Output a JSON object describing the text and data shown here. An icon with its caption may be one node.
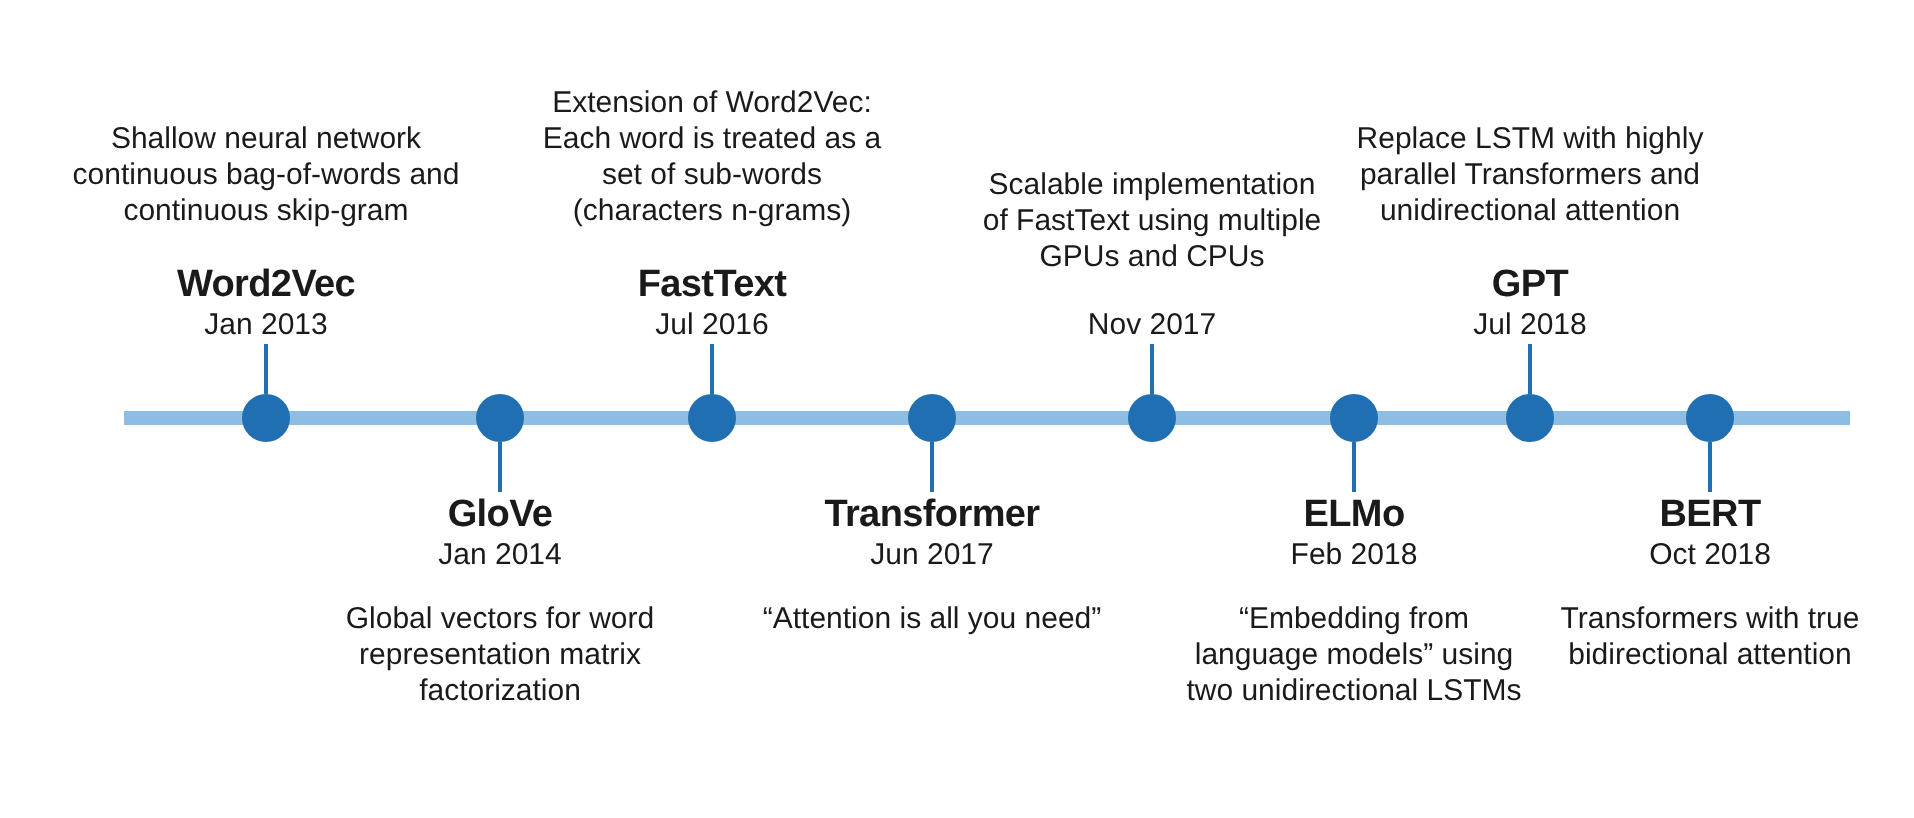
{
  "diagram": {
    "nodes": [
      {
        "text": [
          "Shallow neural network continuous bag-of-words and continuous skip-gram",
          "Word2Vec",
          "Jan 2013"
        ]
      },
      {
        "text": [],
        "shape": "circle"
      },
      {
        "text": [
          "GloVe",
          "Jan 2014",
          "Global vectors for word representation matrix factorization"
        ]
      },
      {
        "text": [],
        "shape": "circle"
      },
      {
        "text": [
          "Extension of Word2Vec: Each word is treated as a set of sub-words (characters  n-grams)",
          "FastText",
          "Jul 2016"
        ]
      },
      {
        "text": [],
        "shape": "circle"
      },
      {
        "text": [
          "Transformer",
          "Jun 2017",
          "“Attention is all you need”"
        ]
      },
      {
        "text": [],
        "shape": "circle"
      },
      {
        "text": [
          "Scalable implementation of FastText using multiple GPUs and CPUs",
          "Nov 2017"
        ]
      },
      {
        "text": [],
        "shape": "circle"
      },
      {
        "text": [
          "ELMo",
          "Feb 2018",
          "“Embedding from language models” using two unidirectional LSTMs"
        ]
      },
      {
        "text": [],
        "shape": "circle"
      },
      {
        "text": [
          "Replace LSTM with highly parallel Transformers and unidirectional attention",
          "GPT",
          "Jul 2018"
        ]
      },
      {
        "text": [],
        "shape": "circle"
      },
      {
        "text": [
          "BERT",
          "Oct 2018",
          "Transformers with true bidirectional attention"
        ]
      },
      {
        "text": [],
        "shape": "circle"
      }
    ],
    "edges": [
      {
        "from": 0,
        "to": 1,
        "arrow": "none"
      },
      {
        "from": 2,
        "to": 3,
        "arrow": "none"
      },
      {
        "from": 4,
        "to": 5,
        "arrow": "none"
      },
      {
        "from": 6,
        "to": 7,
        "arrow": "none"
      },
      {
        "from": 8,
        "to": 9,
        "arrow": "none"
      },
      {
        "from": 10,
        "to": 11,
        "arrow": "none"
      },
      {
        "from": 12,
        "to": 13,
        "arrow": "none"
      },
      {
        "from": 14,
        "to": 15,
        "arrow": "none"
      }
    ]
  }
}
